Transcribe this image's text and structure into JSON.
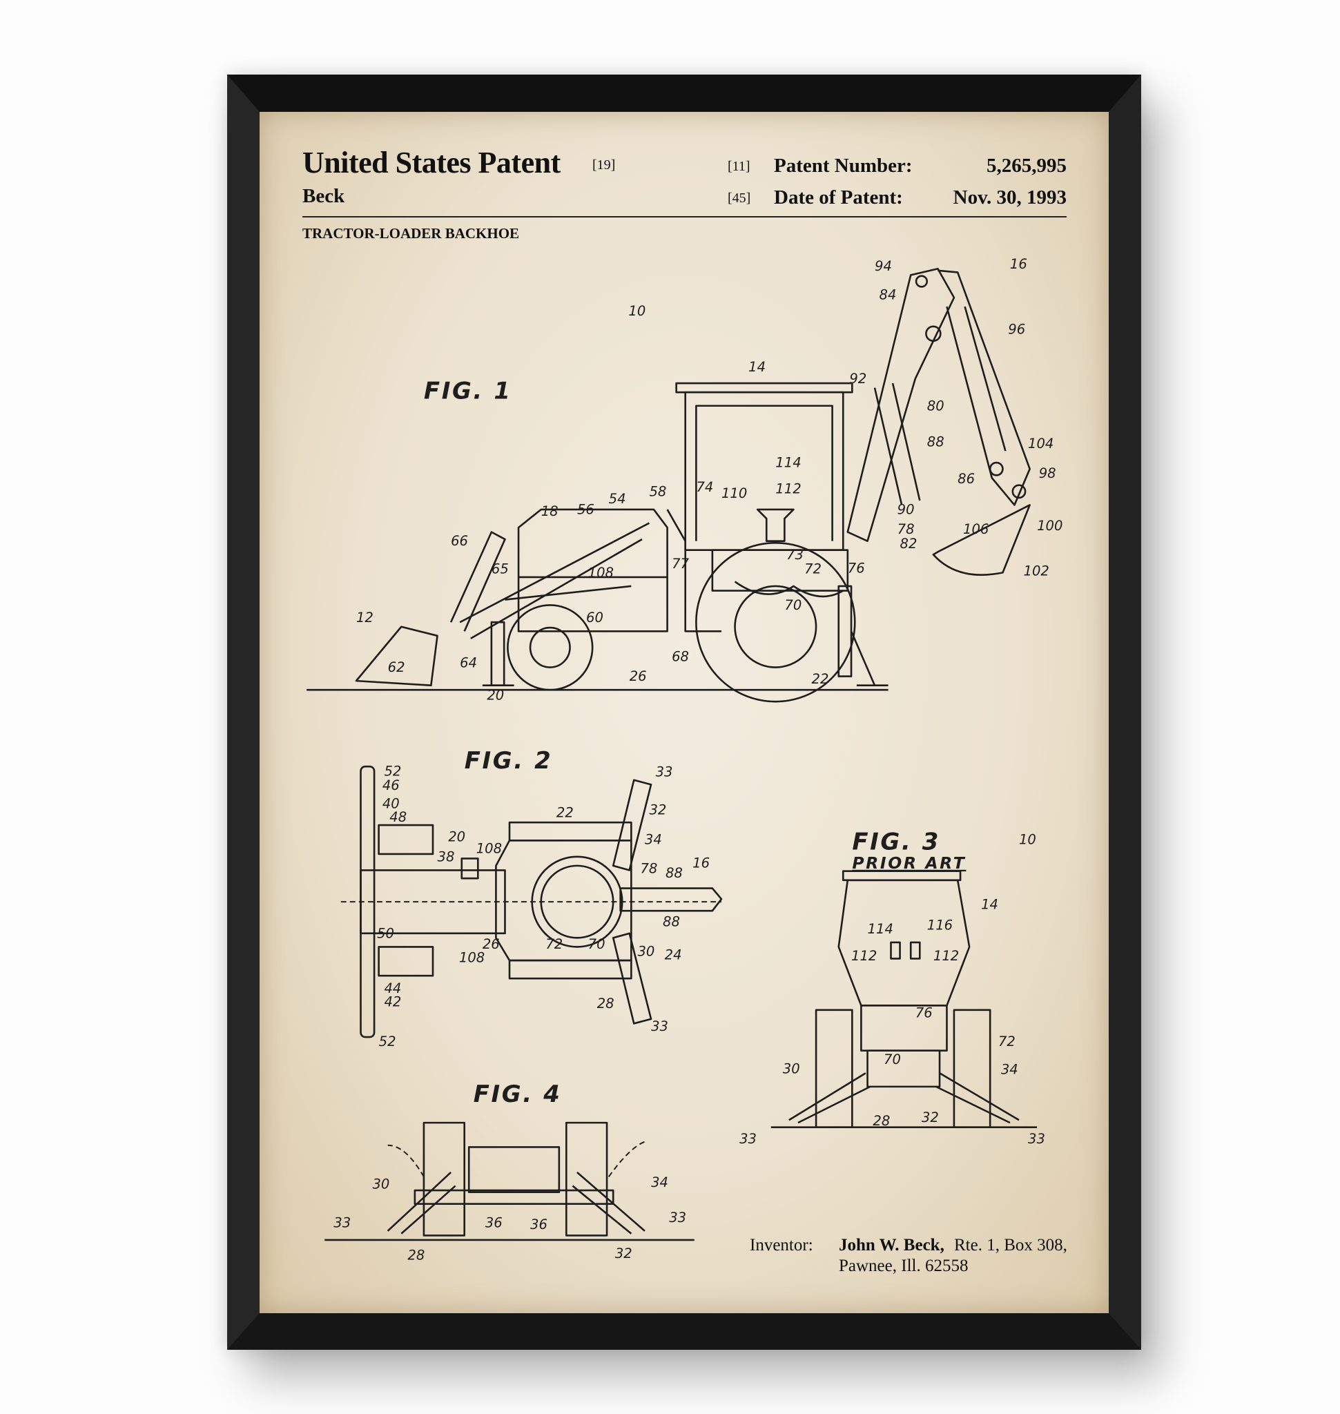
{
  "header": {
    "title": "United States Patent",
    "title_ref": "[19]",
    "inventor_surname": "Beck",
    "patent_number_ref": "[11]",
    "patent_number_label": "Patent Number:",
    "patent_number": "5,265,995",
    "date_ref": "[45]",
    "date_label": "Date of Patent:",
    "date": "Nov. 30, 1993",
    "subject": "TRACTOR-LOADER BACKHOE"
  },
  "figures": {
    "fig1": "FIG. 1",
    "fig2": "FIG. 2",
    "fig3": "FIG. 3",
    "fig3_note": "PRIOR ART",
    "fig4": "FIG. 4"
  },
  "reference_numerals": {
    "fig1": [
      "10",
      "16",
      "94",
      "84",
      "96",
      "14",
      "92",
      "80",
      "88",
      "104",
      "114",
      "112",
      "110",
      "74",
      "86",
      "98",
      "18",
      "56",
      "54",
      "58",
      "90",
      "78",
      "82",
      "106",
      "100",
      "66",
      "108",
      "77",
      "73",
      "72",
      "76",
      "102",
      "65",
      "70",
      "12",
      "60",
      "62",
      "64",
      "26",
      "68",
      "22",
      "20"
    ],
    "fig2": [
      "52",
      "46",
      "40",
      "48",
      "20",
      "22",
      "33",
      "32",
      "34",
      "38",
      "108",
      "16",
      "78",
      "88",
      "50",
      "72",
      "70",
      "26",
      "108",
      "88",
      "30",
      "24",
      "44",
      "42",
      "28",
      "33",
      "52"
    ],
    "fig3": [
      "10",
      "14",
      "114",
      "116",
      "112",
      "112",
      "76",
      "72",
      "70",
      "30",
      "34",
      "28",
      "32",
      "33",
      "33"
    ],
    "fig4": [
      "30",
      "34",
      "33",
      "36",
      "36",
      "33",
      "28",
      "32"
    ]
  },
  "inventor": {
    "label": "Inventor:",
    "name": "John W. Beck,",
    "address_line1": "Rte. 1, Box 308,",
    "address_line2": "Pawnee, Ill. 62558"
  },
  "colors": {
    "frame": "#1b1b1b",
    "paper": "#ece2cf",
    "ink": "#1e1e1e"
  }
}
